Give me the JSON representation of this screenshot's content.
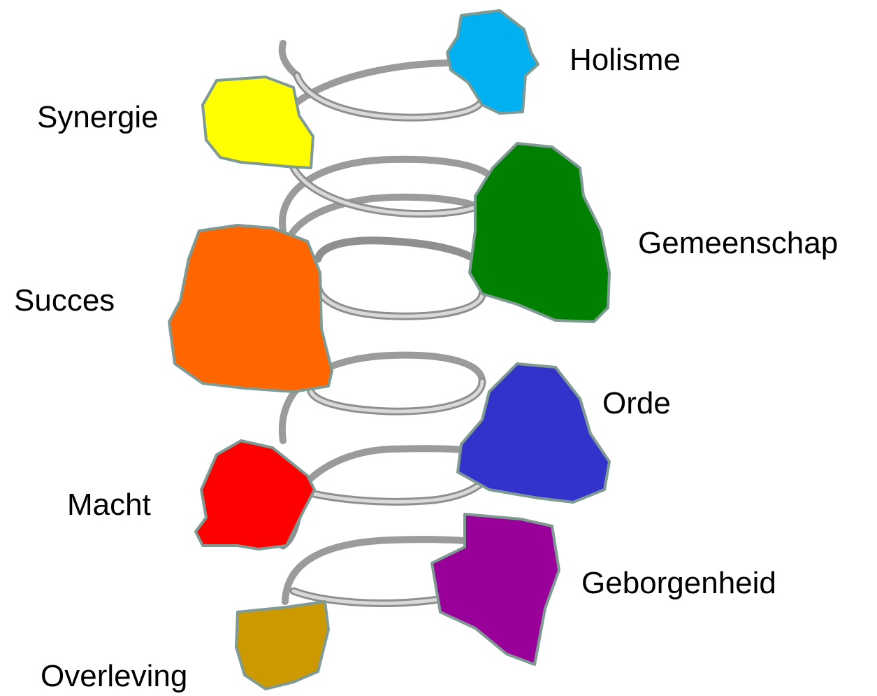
{
  "levels": [
    {
      "label": "Overleving",
      "color": "#cc9900"
    },
    {
      "label": "Geborgenheid",
      "color": "#990099"
    },
    {
      "label": "Macht",
      "color": "#ff0000"
    },
    {
      "label": "Orde",
      "color": "#3333cc"
    },
    {
      "label": "Succes",
      "color": "#ff6600"
    },
    {
      "label": "Gemeenschap",
      "color": "#008000"
    },
    {
      "label": "Synergie",
      "color": "#ffff00"
    },
    {
      "label": "Holisme",
      "color": "#00b0f0"
    }
  ],
  "spiral": {
    "color": "#9b9b9b"
  }
}
